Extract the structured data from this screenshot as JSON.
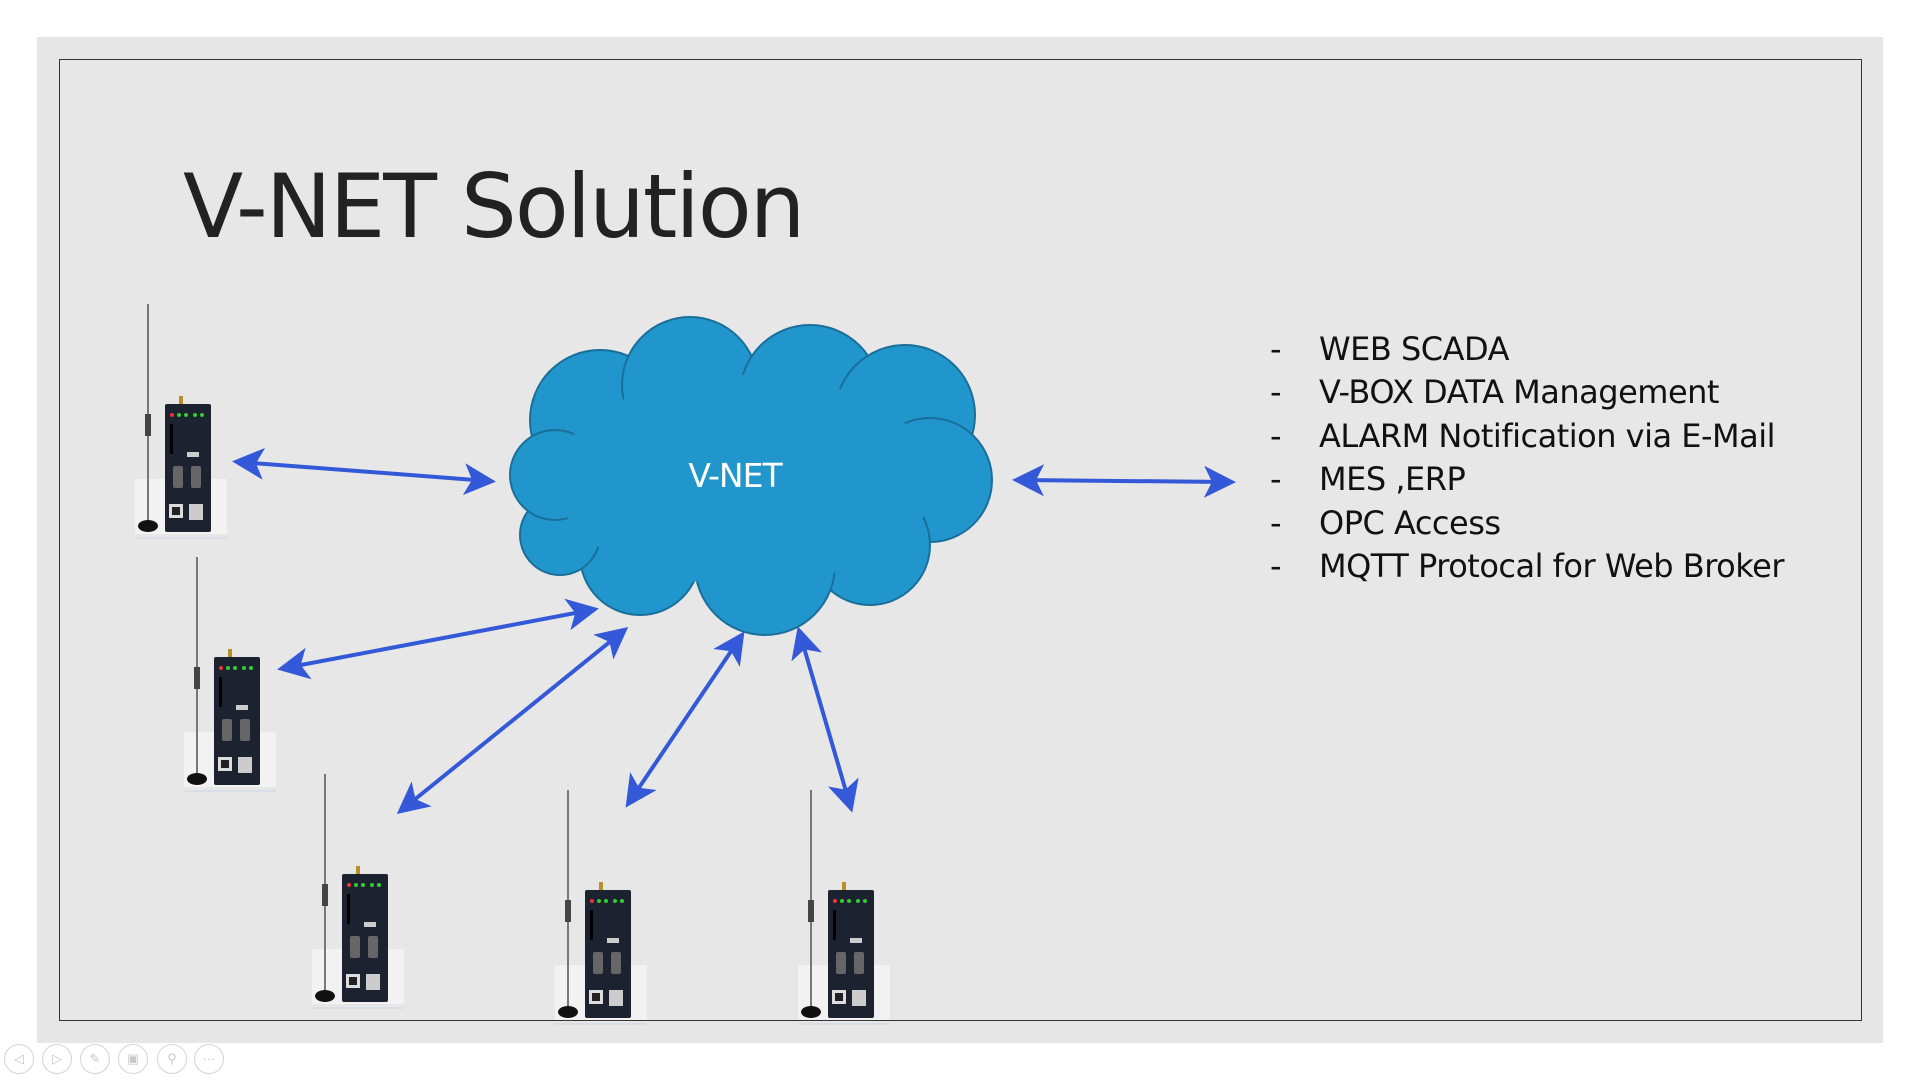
{
  "slide": {
    "title": "V-NET Solution",
    "cloud_label": "V-NET",
    "cloud_color": "#2196cc",
    "arrow_color": "#3358d8",
    "features": [
      {
        "bullet": "-",
        "text": "WEB SCADA"
      },
      {
        "bullet": "-",
        "text": "V-BOX DATA Management"
      },
      {
        "bullet": "-",
        "text": "ALARM Notification via E-Mail"
      },
      {
        "bullet": "-",
        "text": "MES ,ERP"
      },
      {
        "bullet": "-",
        "text": "OPC Access"
      },
      {
        "bullet": "-",
        "text": "MQTT Protocal for Web Broker"
      }
    ],
    "device_count": 5
  },
  "controls": [
    {
      "icon": "previous-icon",
      "glyph": "◁"
    },
    {
      "icon": "next-icon",
      "glyph": "▷"
    },
    {
      "icon": "pen-icon",
      "glyph": "✎"
    },
    {
      "icon": "slides-icon",
      "glyph": "▣"
    },
    {
      "icon": "zoom-icon",
      "glyph": "⚲"
    },
    {
      "icon": "more-icon",
      "glyph": "···"
    }
  ]
}
